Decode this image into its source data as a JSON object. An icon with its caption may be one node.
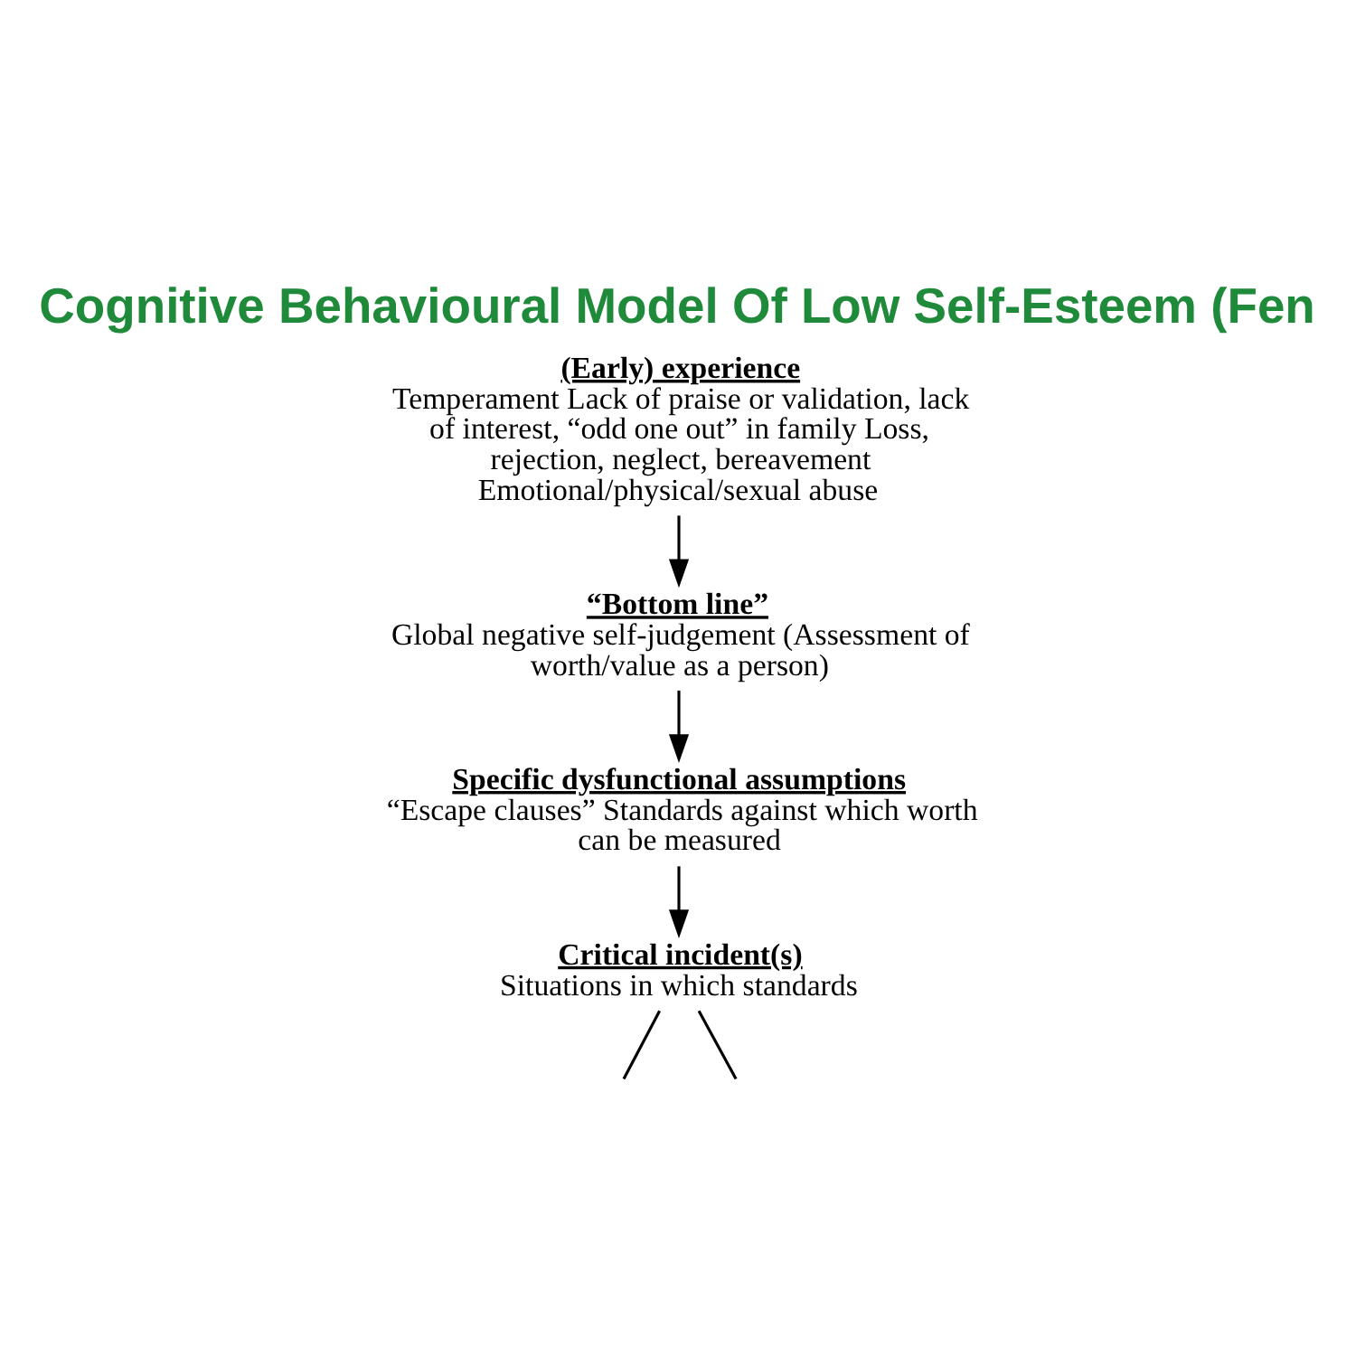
{
  "diagram": {
    "title": "Cognitive Behavioural Model Of Low Self-Esteem (Fen",
    "nodes": [
      {
        "text": [
          "(Early) experience",
          "Temperament Lack of praise or validation, lack of interest, “odd one out” in family Loss, rejection, neglect, bereavement Emotional/physical/sexual abuse"
        ]
      },
      {
        "text": [
          "“Bottom line”",
          "Global negative self-judgement (Assessment of worth/value as a person)"
        ]
      },
      {
        "text": [
          "Specific dysfunctional assumptions",
          "“Escape clauses” Standards against which worth can be measured"
        ]
      },
      {
        "text": [
          "Critical incident(s)",
          "Situations in which standards"
        ]
      }
    ],
    "edges": [
      {
        "from": 0,
        "to": 1,
        "arrow": "to"
      },
      {
        "from": 1,
        "to": 2,
        "arrow": "to"
      },
      {
        "from": 2,
        "to": 3,
        "arrow": "to"
      },
      {
        "from": 3,
        "to": null,
        "arrow": "none"
      },
      {
        "from": 3,
        "to": null,
        "arrow": "none"
      }
    ]
  }
}
